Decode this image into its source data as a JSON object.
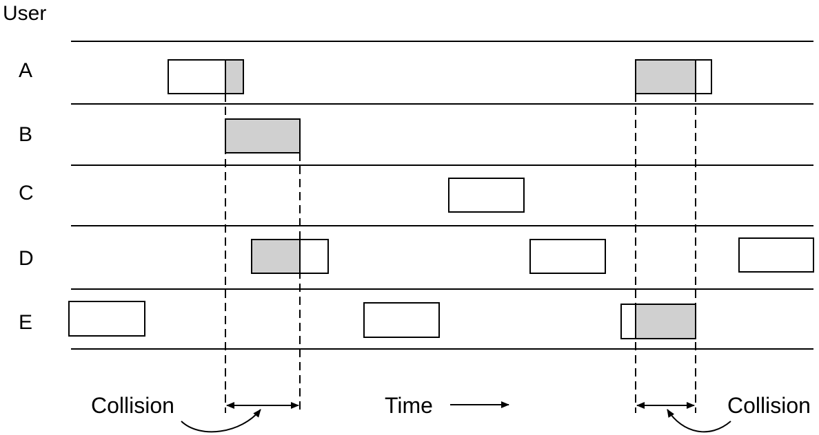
{
  "title": "User",
  "users": [
    {
      "label": "A"
    },
    {
      "label": "B"
    },
    {
      "label": "C"
    },
    {
      "label": "D"
    },
    {
      "label": "E"
    }
  ],
  "annotations": {
    "time_label": "Time",
    "collision_left": "Collision",
    "collision_right": "Collision"
  },
  "colors": {
    "frame_fill": "#ffffff",
    "collision_fill": "#d0d0d0",
    "stroke": "#000000"
  }
}
